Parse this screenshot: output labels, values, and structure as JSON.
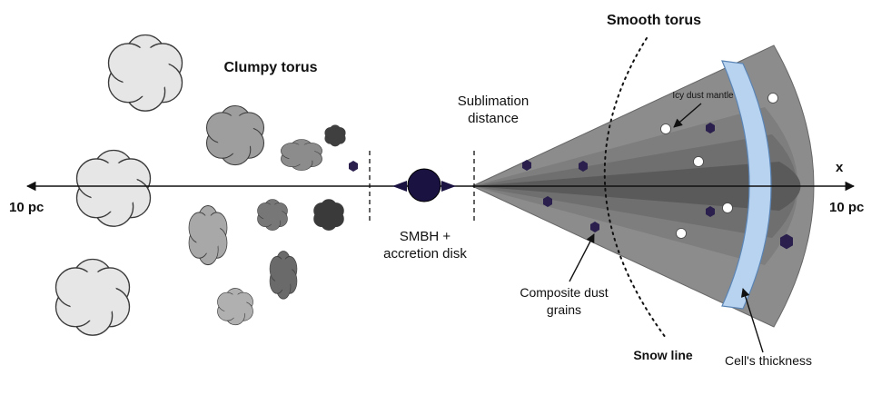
{
  "labels": {
    "clumpy_torus": "Clumpy torus",
    "smooth_torus": "Smooth torus",
    "sublimation_line1": "Sublimation",
    "sublimation_line2": "distance",
    "smbh_line1": "SMBH +",
    "smbh_line2": "accretion disk",
    "icy_dust_mantle": "Icy dust mantle",
    "composite_line1": "Composite dust",
    "composite_line2": "grains",
    "snow_line": "Snow line",
    "cells_thickness": "Cell's thickness",
    "left_scale": "10 pc",
    "right_scale": "10 pc",
    "x_axis": "x"
  },
  "colors": {
    "cloud_light": "#e6e6e6",
    "cloud_mid": "#bdbdbd",
    "cloud_grey": "#9a9a9a",
    "cloud_dark": "#6f6f6f",
    "cloud_darker": "#3f3f3f",
    "cone_outer": "#8a8a8a",
    "cone_mid": "#7a7a7a",
    "cone_inner": "#696969",
    "cone_core": "#555555",
    "grain": "#2a1f4d",
    "cell_band": "#b8d3ef",
    "smbh": "#1a1240"
  }
}
